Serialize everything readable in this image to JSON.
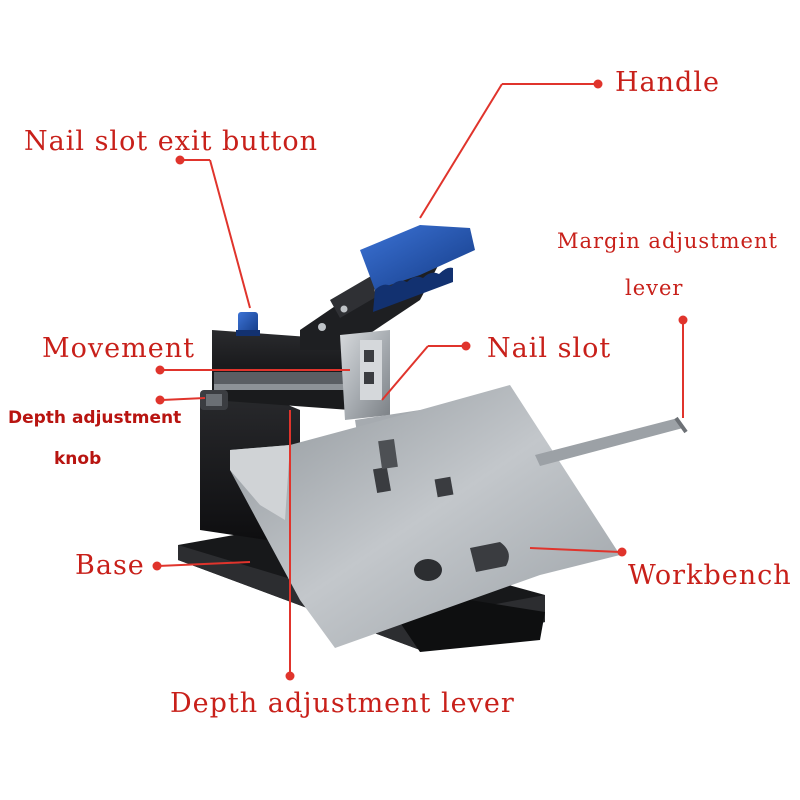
{
  "colors": {
    "label": "#c8201a",
    "leader": "#e0342c",
    "body_black": "#1c1c1e",
    "accent_blue": "#1f4fa8",
    "metal": "#b7bcc1"
  },
  "labels": {
    "handle": "Handle",
    "nail_slot_exit_button": "Nail slot exit button",
    "margin_adjustment_lever_line1": "Margin adjustment",
    "margin_adjustment_lever_line2": "lever",
    "movement": "Movement",
    "nail_slot": "Nail slot",
    "depth_adjustment_knob_line1": "Depth adjustment",
    "depth_adjustment_knob_line2": "knob",
    "base": "Base",
    "workbench": "Workbench",
    "depth_adjustment_lever": "Depth adjustment lever"
  }
}
